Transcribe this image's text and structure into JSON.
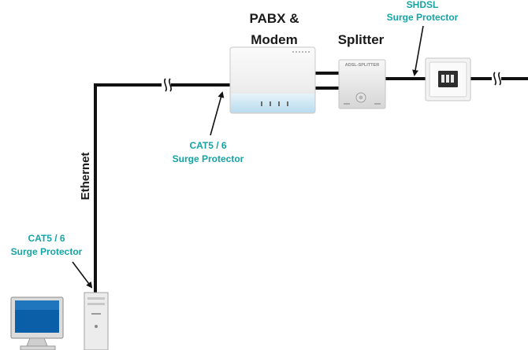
{
  "labels": {
    "pabx_line1": "PABX &",
    "pabx_line2": "Modem",
    "splitter": "Splitter",
    "adsl_splitter": "ADSL-SPLITTER",
    "shdsl_line1": "SHDSL",
    "shdsl_line2": "Surge Protector",
    "cat_mid_line1": "CAT5 / 6",
    "cat_mid_line2": "Surge Protector",
    "cat_left_line1": "CAT5 / 6",
    "cat_left_line2": "Surge Protector",
    "ethernet": "Ethernet"
  },
  "colors": {
    "cable": "#111111",
    "callout_text": "#15a3a3",
    "device_text": "#1a1a1a",
    "modem_accent": "#cfe6f2"
  },
  "icons": {
    "pabx": "pabx-modem-icon",
    "splitter": "splitter-icon",
    "shdsl": "shdsl-protector-icon",
    "monitor": "monitor-icon",
    "tower": "pc-tower-icon"
  }
}
